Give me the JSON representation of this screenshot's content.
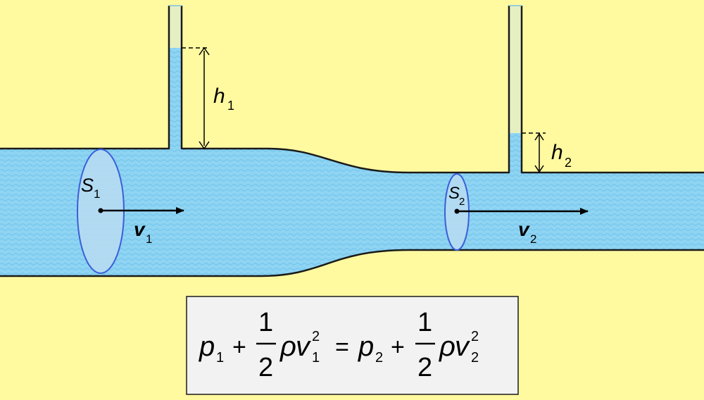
{
  "background_color": "#fff9a0",
  "water_color": "#8fd4f2",
  "water_dark_color": "#5bb8e6",
  "tube_empty_color": "#e5efc2",
  "section_color": "#b9dcf2",
  "section_stroke_color": "#3a5fd8",
  "labels": {
    "h": "h",
    "h1_sub": "1",
    "h2_sub": "2",
    "S": "S",
    "s1_sub": "1",
    "s2_sub": "2",
    "v": "v",
    "v1_sub": "1",
    "v2_sub": "2"
  },
  "equation": {
    "p": "p",
    "p1_sub": "1",
    "plus": "+",
    "frac_num": "1",
    "frac_den": "2",
    "rho": "ρ",
    "v": "v",
    "v1_sub": "1",
    "v2_sub": "2",
    "exponent": "2",
    "equals": "=",
    "p2_sub": "2"
  }
}
